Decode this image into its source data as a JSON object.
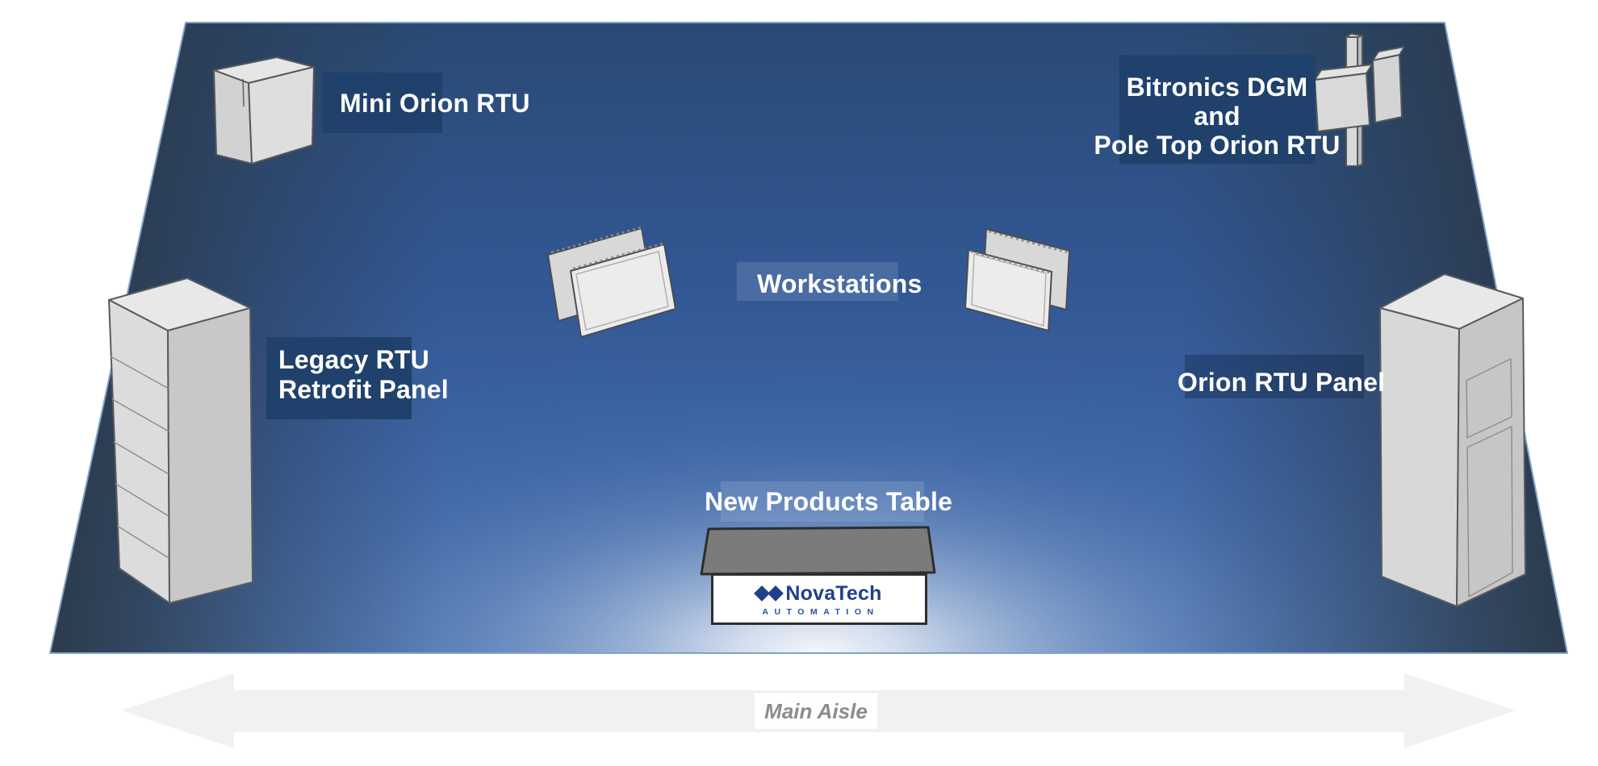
{
  "diagram": {
    "labels": {
      "mini_orion": "Mini Orion RTU",
      "bitronics_line1": "Bitronics DGM",
      "bitronics_line2": "and",
      "bitronics_line3": "Pole Top Orion RTU",
      "workstations": "Workstations",
      "legacy_line1": "Legacy RTU",
      "legacy_line2": "Retrofit Panel",
      "orion_panel": "Orion RTU Panel",
      "new_products": "New Products Table",
      "main_aisle": "Main Aisle"
    },
    "table_logo": {
      "brand": "NovaTech",
      "subtitle": "AUTOMATION"
    },
    "colors": {
      "floor_top_navy": "#2a4a74",
      "floor_mid_blue": "#3c64a6",
      "floor_corner_slate": "#2b3846",
      "floor_glow": "#ffffff",
      "floor_edge_line": "#7fa2cc",
      "label_box_navy": "#20416b",
      "label_text": "#ffffff",
      "equipment_gray": "#d9d9d9",
      "table_top_gray": "#7b7b7b",
      "logo_navy": "#223f8c",
      "aisle_arrow_gray": "#f1f1f1",
      "aisle_text_gray": "#8c8c8c"
    }
  }
}
